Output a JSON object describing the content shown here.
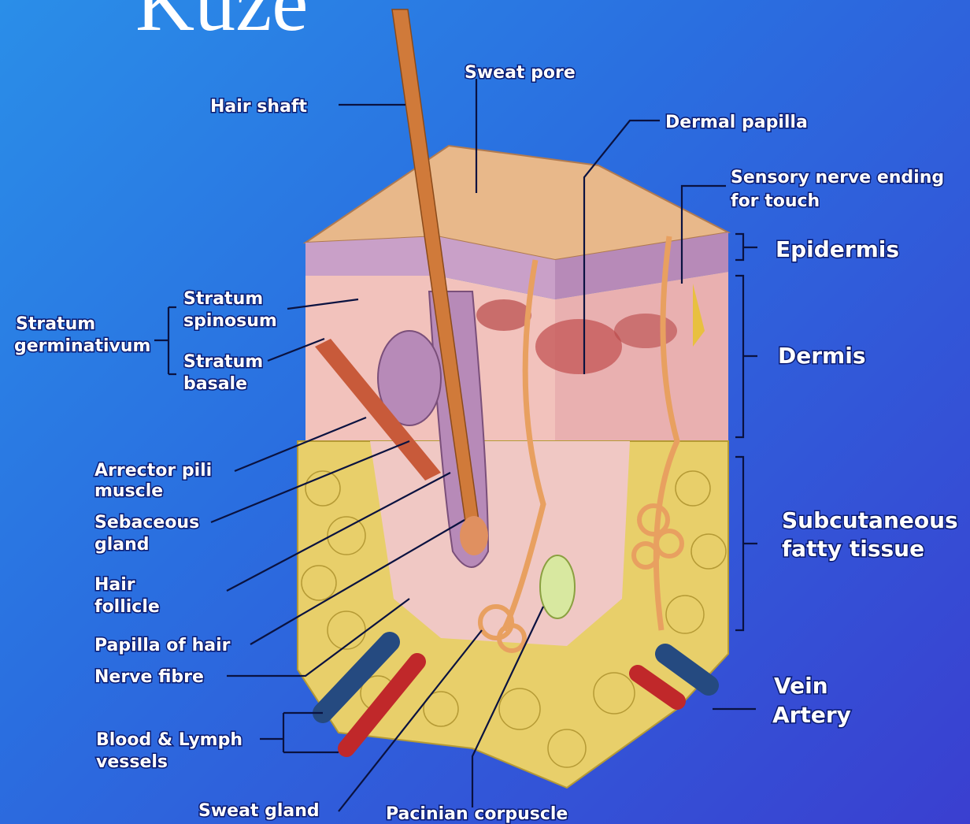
{
  "slide": {
    "title": "Kůže"
  },
  "diagram": {
    "labels": {
      "hair_shaft": "Hair shaft",
      "sweat_pore": "Sweat pore",
      "dermal_papilla": "Dermal papilla",
      "sensory_nerve_1": "Sensory nerve ending",
      "sensory_nerve_2": "for touch",
      "epidermis": "Epidermis",
      "dermis": "Dermis",
      "subcutaneous_1": "Subcutaneous",
      "subcutaneous_2": "fatty tissue",
      "vein": "Vein",
      "artery": "Artery",
      "stratum_germinativum_1": "Stratum",
      "stratum_germinativum_2": "germinativum",
      "stratum_spinosum_1": "Stratum",
      "stratum_spinosum_2": "spinosum",
      "stratum_basale_1": "Stratum",
      "stratum_basale_2": "basale",
      "arrector_1": "Arrector pili",
      "arrector_2": "muscle",
      "sebaceous_1": "Sebaceous",
      "sebaceous_2": "gland",
      "hair_follicle_1": "Hair",
      "hair_follicle_2": "follicle",
      "papilla_of_hair": "Papilla of hair",
      "nerve_fibre": "Nerve fibre",
      "blood_lymph_1": "Blood & Lymph",
      "blood_lymph_2": "vessels",
      "sweat_gland": "Sweat gland",
      "pacinian": "Pacinian corpuscle"
    }
  }
}
